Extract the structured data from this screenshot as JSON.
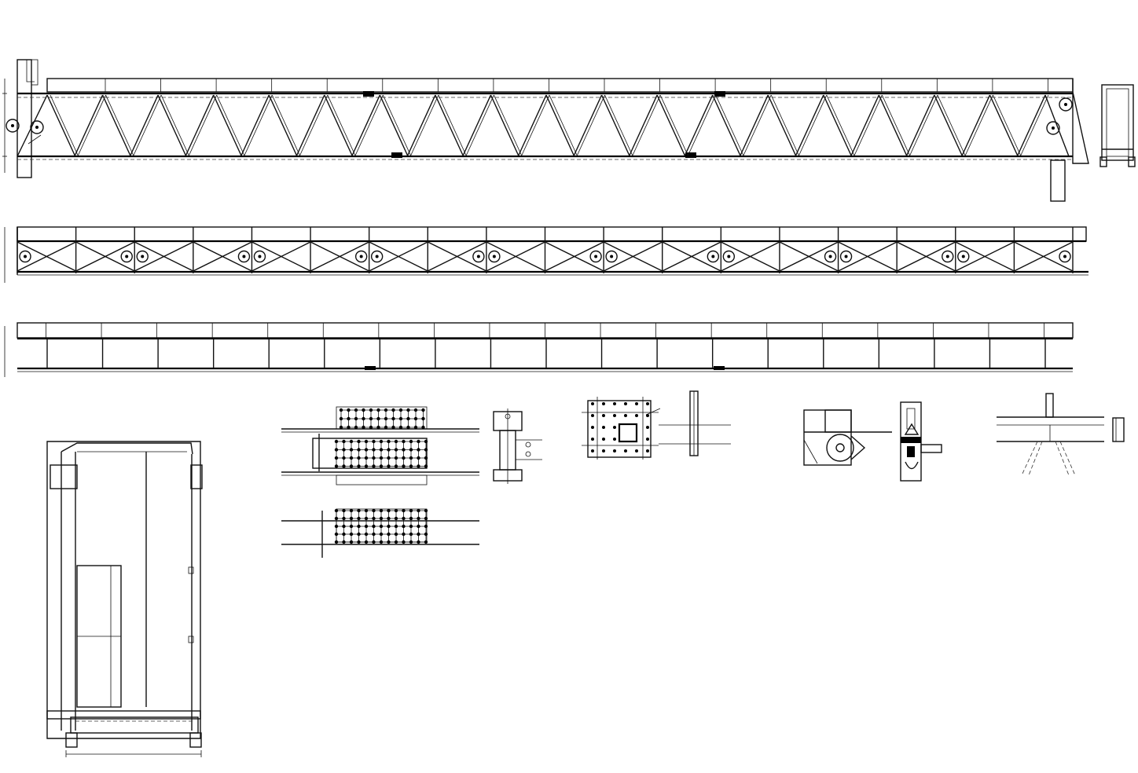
{
  "drawing": {
    "truss_elevation": {
      "panels": 18
    },
    "truss_plan": {
      "panels": 18
    },
    "truss_bottom": {
      "panels": 18
    }
  }
}
